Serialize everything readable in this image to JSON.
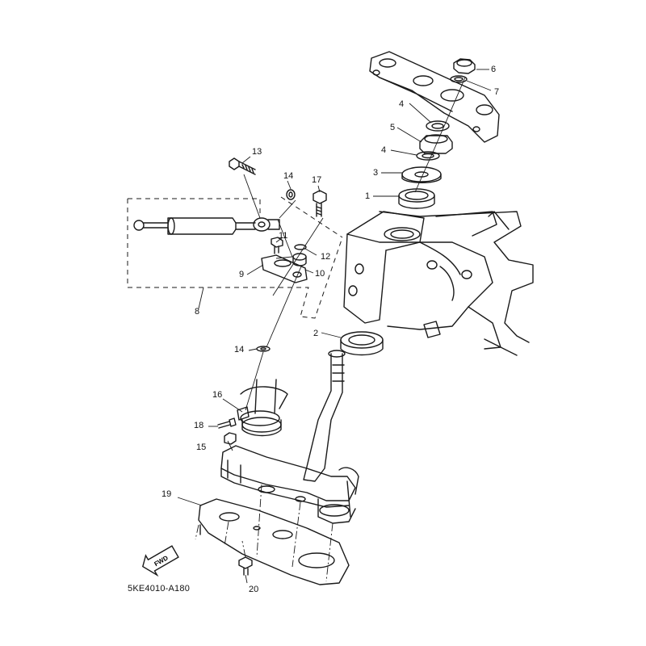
{
  "diagram": {
    "part_code": "5KE4010-A180",
    "fwd_label": "FWD",
    "callouts": {
      "c1": "1",
      "c2": "2",
      "c3": "3",
      "c4a": "4",
      "c4b": "4",
      "c5": "5",
      "c6": "6",
      "c7": "7",
      "c8": "8",
      "c9": "9",
      "c10": "10",
      "c11": "11",
      "c12": "12",
      "c13": "13",
      "c14a": "14",
      "c14b": "14",
      "c15": "15",
      "c16": "16",
      "c17": "17",
      "c18": "18",
      "c19": "19",
      "c20": "20"
    }
  }
}
